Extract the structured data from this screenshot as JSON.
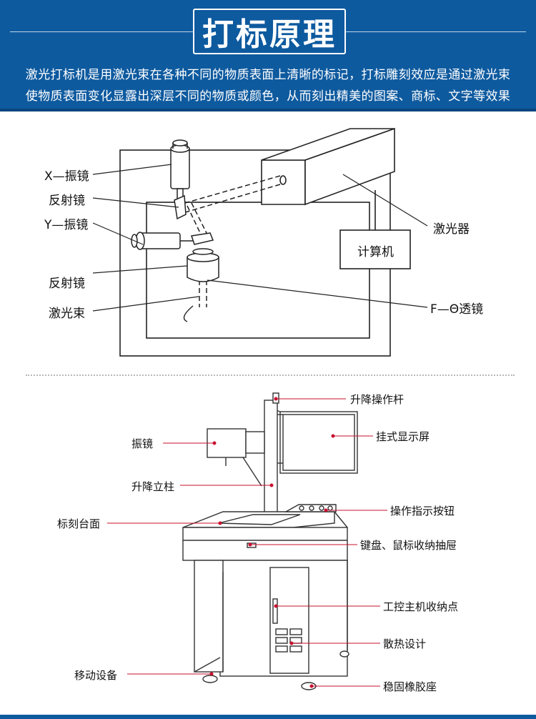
{
  "header": {
    "title": "打标原理",
    "description_line1": "激光打标机是用激光束在各种不同的物质表面上清晰的标记，打标雕刻效应是通过激光束",
    "description_line2": "使物质表面变化显露出深层不同的物质或颜色，从而刻出精美的图案、商标、文字等效果"
  },
  "principle_diagram": {
    "labels": {
      "x_galvo": "X—振镜",
      "mirror1": "反射镜",
      "y_galvo": "Y—振镜",
      "mirror2": "反射镜",
      "laser_beam": "激光束",
      "laser": "激光器",
      "computer": "计算机",
      "f_theta_lens": "F—Θ透镜"
    }
  },
  "machine_diagram": {
    "labels": {
      "lift_handle": "升降操作杆",
      "galvo": "振镜",
      "monitor": "挂式显示屏",
      "column": "升降立柱",
      "buttons": "操作指示按钮",
      "table": "标刻台面",
      "drawer": "键盘、鼠标收纳抽屉",
      "host_storage": "工控主机收纳点",
      "cooling": "散热设计",
      "casters": "移动设备",
      "rubber_feet": "稳固橡胶座"
    }
  },
  "colors": {
    "banner": "#0e5a9f",
    "leader_red": "#c8102e"
  }
}
